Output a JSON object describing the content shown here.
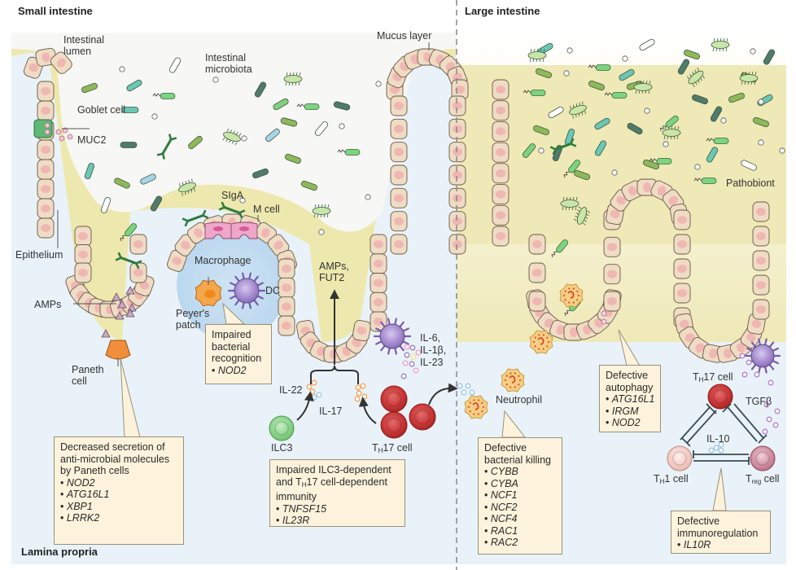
{
  "sections": {
    "small_intestine": "Small intestine",
    "large_intestine": "Large intestine",
    "lamina_propria": "Lamina propria"
  },
  "labels": {
    "intestinal_lumen": "Intestinal lumen",
    "intestinal_microbiota": "Intestinal microbiota",
    "mucus_layer": "Mucus layer",
    "goblet_cell": "Goblet cell",
    "muc2": "MUC2",
    "epithelium": "Epithelium",
    "amps": "AMPs",
    "paneth_cell": "Paneth cell",
    "siga": "SIgA",
    "m_cell": "M cell",
    "macrophage": "Macrophage",
    "dc": "DC",
    "peyers_patch": "Peyer's patch",
    "amps_fut2": "AMPs, FUT2",
    "il6_il1b_il23": [
      "IL-6,",
      "IL-1β,",
      "IL-23"
    ],
    "il22": "IL-22",
    "il17": "IL-17",
    "ilc3": "ILC3",
    "th17_cell_prefix": "T",
    "th17_cell_sub": "H",
    "th17_cell_suffix": "17 cell",
    "neutrophil": "Neutrophil",
    "pathobiont": "Pathobiont",
    "tgfb": "TGFβ",
    "il10": "IL-10",
    "th1_cell_prefix": "T",
    "th1_cell_sub": "H",
    "th1_cell_suffix": "1 cell",
    "treg_cell_prefix": "T",
    "treg_cell_sub": "reg",
    "treg_cell_suffix": " cell"
  },
  "callouts": {
    "paneth": {
      "title": "Decreased secretion of anti-microbial molecules by Paneth cells",
      "genes": [
        "NOD2",
        "ATG16L1",
        "XBP1",
        "LRRK2"
      ]
    },
    "recognition": {
      "title": "Impaired bacterial recognition",
      "genes": [
        "NOD2"
      ]
    },
    "ilc3_th17": {
      "title_part1": "Impaired ILC3-dependent and T",
      "title_sub": "H",
      "title_part2": "17 cell-dependent immunity",
      "genes": [
        "TNFSF15",
        "IL23R"
      ]
    },
    "killing": {
      "title": "Defective bacterial killing",
      "genes": [
        "CYBB",
        "CYBA",
        "NCF1",
        "NCF2",
        "NCF4",
        "RAC1",
        "RAC2"
      ]
    },
    "autophagy": {
      "title": "Defective autophagy",
      "genes": [
        "ATG16L1",
        "IRGM",
        "NOD2"
      ]
    },
    "immunoregulation": {
      "title": "Defective immunoregulation",
      "genes": [
        "IL10R"
      ]
    }
  },
  "colors": {
    "lamina_propria": "#e9f2f8",
    "lumen_small": "#f7f7f5",
    "mucus": "#ede8ad",
    "lumen_large": "#efe9b7",
    "epithelial_cell": "#efdcc4",
    "nucleus": "#f0b7b2",
    "goblet": "#5fb976",
    "m_cell": "#eea6c9",
    "paneth": "#f08e3c",
    "macrophage": "#f5a54a",
    "dc": "#9a7fc6",
    "ilc3": "#7fcf7f",
    "th17": "#cf3b3b",
    "th1": "#f2c6c0",
    "treg": "#c9788e",
    "callout_fill": "#fdf3dc",
    "callout_border": "#9a907c",
    "divider": "#888888"
  }
}
